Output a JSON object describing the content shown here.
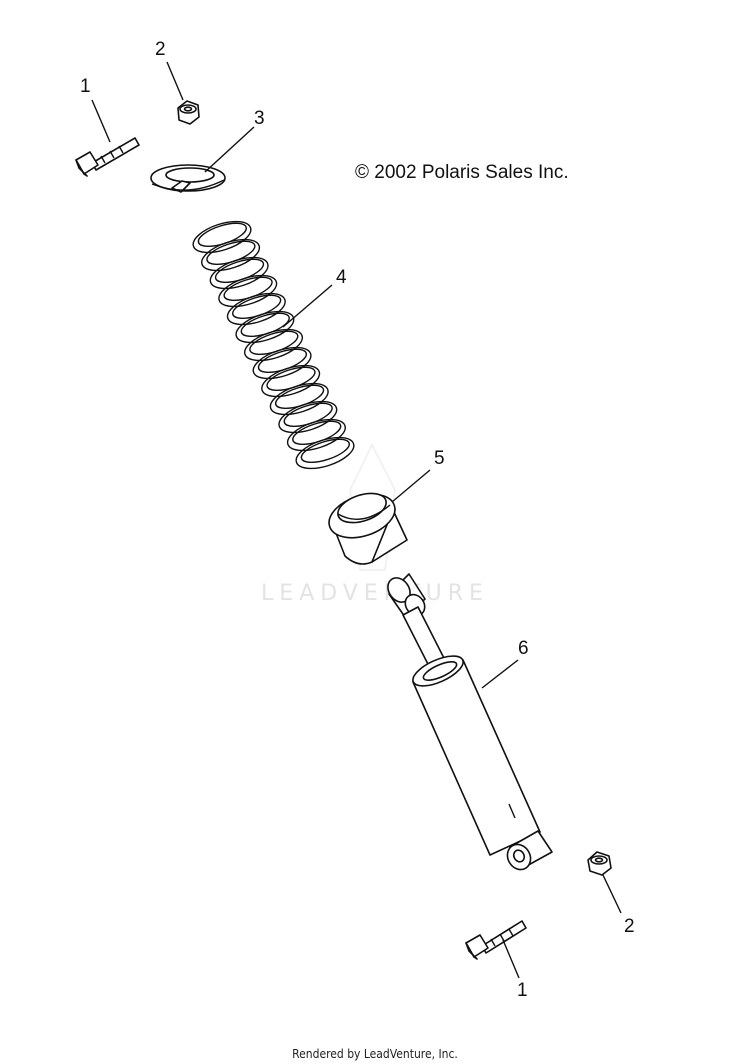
{
  "copyright": "© 2002 Polaris Sales Inc.",
  "watermark": "LEADVENTURE",
  "footer": "Rendered by LeadVenture, Inc.",
  "callouts": {
    "bolt_top": "1",
    "nut_top": "2",
    "washer": "3",
    "spring": "4",
    "bump_stop": "5",
    "shock": "6",
    "nut_bottom": "2",
    "bolt_bottom": "1"
  }
}
